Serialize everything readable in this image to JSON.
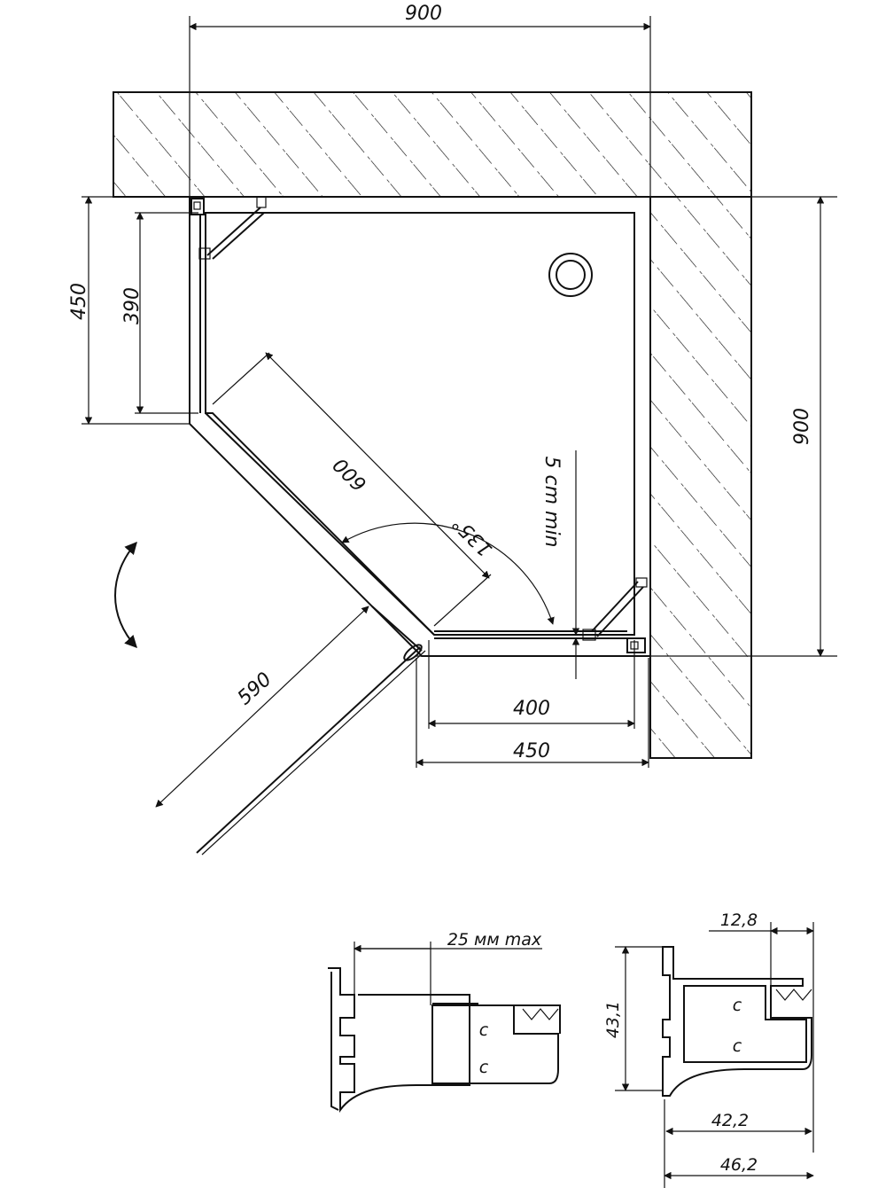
{
  "dimensions": {
    "top_width": "900",
    "right_height": "900",
    "left_outer": "450",
    "left_inner": "390",
    "diagonal": "600",
    "angle": "135°",
    "clearance": "5 cm min",
    "door_length": "590",
    "bottom_inner": "400",
    "bottom_outer": "450"
  },
  "profiles": {
    "gap_max": "25 мм max",
    "height": "43,1",
    "top_offset": "12,8",
    "inner_width": "42,2",
    "outer_width": "46,2"
  },
  "colors": {
    "line": "#111111",
    "background": "#ffffff"
  }
}
